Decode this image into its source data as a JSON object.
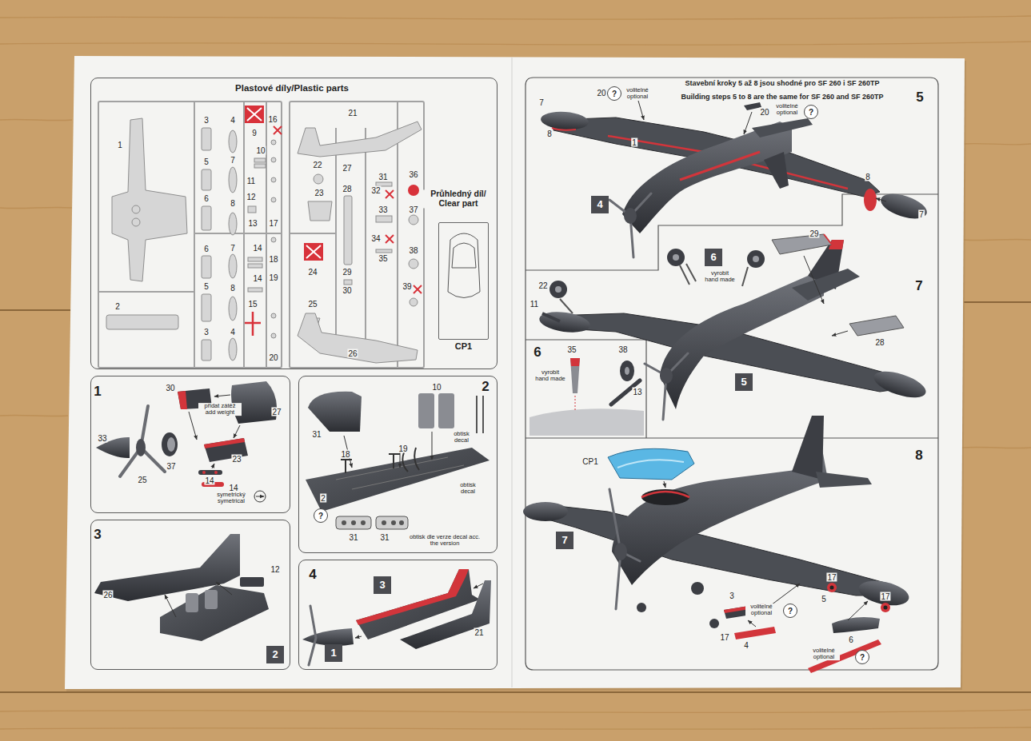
{
  "diagram": {
    "nodes": [
      {
        "text": [
          "Plastové díly/Plastic parts"
        ]
      },
      {
        "text": [
          "CP1"
        ],
        "in": 0
      },
      {
        "text": [
          "1"
        ]
      },
      {
        "text": [
          "2"
        ]
      },
      {
        "text": [
          "?"
        ],
        "in": 3
      },
      {
        "text": [
          "3"
        ]
      },
      {
        "text": [
          "2"
        ],
        "in": 5
      },
      {
        "text": [
          "4"
        ]
      },
      {
        "text": [
          "3"
        ],
        "in": 7
      },
      {
        "text": [
          "1"
        ],
        "in": 7
      },
      {
        "text": [
          "Stavební kroky 5 až 8 jsou shodné pro SF 260 i SF 260TP",
          "Building steps 5 to 8 are the same for SF 260 and SF 260TP",
          "5"
        ]
      },
      {
        "text": [
          "?"
        ],
        "in": 10
      },
      {
        "text": [
          "?"
        ],
        "in": 10
      },
      {
        "text": [
          "4"
        ],
        "in": 10
      },
      {
        "text": [
          "7"
        ]
      },
      {
        "text": [
          "6"
        ],
        "in": 14
      },
      {
        "text": [
          "5"
        ],
        "in": 14
      },
      {
        "text": [
          "6"
        ]
      },
      {
        "text": [
          "8"
        ]
      },
      {
        "text": [
          "7"
        ],
        "in": 18
      },
      {
        "text": [
          "?"
        ],
        "in": 18
      },
      {
        "text": [
          "?"
        ],
        "in": 18
      }
    ],
    "labels": [
      "1",
      "2",
      "3",
      "4",
      "9",
      "16",
      "10",
      "5",
      "7",
      "11",
      "12",
      "6",
      "8",
      "13",
      "17",
      "6",
      "7",
      "14",
      "18",
      "14",
      "19",
      "5",
      "8",
      "15",
      "3",
      "4",
      "20",
      "21",
      "22",
      "27",
      "31",
      "36",
      "23",
      "28",
      "32",
      "33",
      "37",
      "34",
      "35",
      "38",
      "24",
      "29",
      "30",
      "39",
      "25",
      "26",
      "Průhledný díl/ Clear part",
      "30",
      "přidat zátěž add weight",
      "27",
      "33",
      "37",
      "23",
      "25",
      "14",
      "14",
      "symetrický symetrical",
      "31",
      "10",
      "18",
      "19",
      "obtisk decal",
      "2",
      "obtisk decal",
      "31",
      "31",
      "obtisk dle verze decal acc. the version",
      "26",
      "12",
      "21",
      "20",
      "volitelné optional",
      "20",
      "volitelné optional",
      "7",
      "8",
      "1",
      "8",
      "7",
      "vyrobit hand made",
      "29",
      "22",
      "11",
      "28",
      "35",
      "38",
      "vyrobit hand made",
      "13",
      "CP1",
      "17",
      "3",
      "5",
      "17",
      "volitelné optional",
      "17",
      "4",
      "6",
      "volitelné optional"
    ]
  }
}
